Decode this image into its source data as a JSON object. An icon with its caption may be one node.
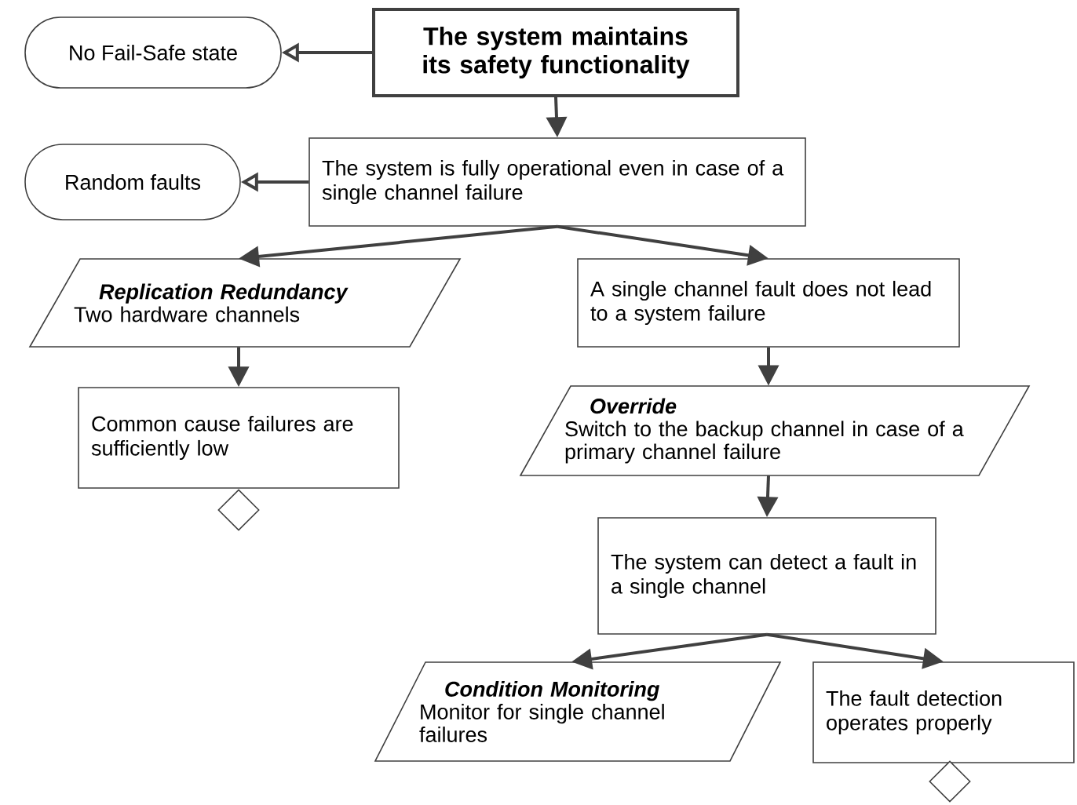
{
  "diagram": {
    "nodes": [
      {
        "text": [
          "The system maintains its safety functionality"
        ]
      },
      {
        "text": [
          "No Fail-Safe state"
        ]
      },
      {
        "text": [
          "Random faults"
        ]
      },
      {
        "text": [
          "The system is fully operational even in case of a single channel failure"
        ]
      },
      {
        "text": [
          "Replication Redundancy",
          "Two hardware channels"
        ]
      },
      {
        "text": [
          "A single channel fault does not lead to a system failure"
        ]
      },
      {
        "text": [
          "Common cause failures are sufficiently low"
        ]
      },
      {
        "text": [],
        "shape": "diamond"
      },
      {
        "text": [
          "Override",
          "Switch to the backup channel in case of a primary channel failure"
        ]
      },
      {
        "text": [
          "The system can detect a fault in a single channel"
        ]
      },
      {
        "text": [
          "Condition Monitoring",
          "Monitor for single channel failures"
        ]
      },
      {
        "text": [
          "The fault detection operates properly"
        ]
      },
      {
        "text": [],
        "shape": "diamond"
      }
    ],
    "edges": [
      {
        "from": 0,
        "to": 1,
        "arrow": "to"
      },
      {
        "from": 0,
        "to": 3,
        "arrow": "to"
      },
      {
        "from": 3,
        "to": 2,
        "arrow": "to"
      },
      {
        "from": 3,
        "to": 4,
        "arrow": "to"
      },
      {
        "from": 3,
        "to": 5,
        "arrow": "to"
      },
      {
        "from": 4,
        "to": 6,
        "arrow": "to"
      },
      {
        "from": 5,
        "to": 8,
        "arrow": "to"
      },
      {
        "from": 8,
        "to": 9,
        "arrow": "to"
      },
      {
        "from": 9,
        "to": 10,
        "arrow": "to"
      },
      {
        "from": 9,
        "to": 11,
        "arrow": "to"
      }
    ]
  }
}
